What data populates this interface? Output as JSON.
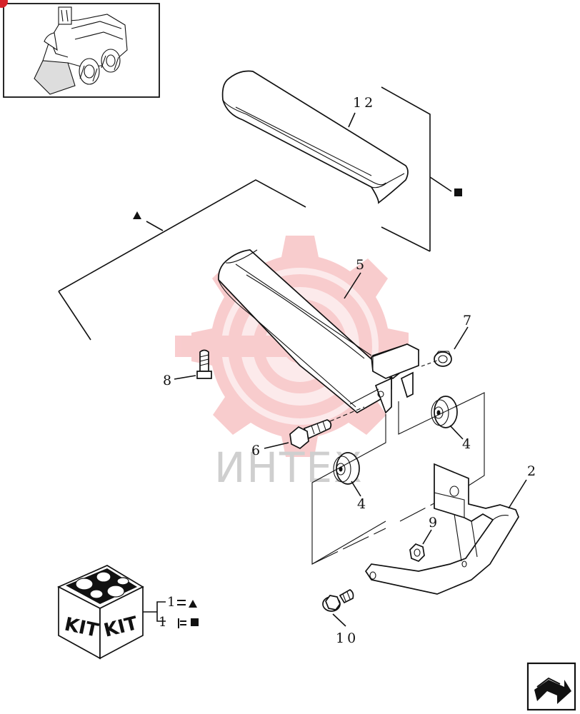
{
  "callouts": {
    "c12": "12",
    "c5": "5",
    "c7": "7",
    "c8": "8",
    "c6": "6",
    "c4a": "4",
    "c4b": "4",
    "c2": "2",
    "c9": "9",
    "c10": "10"
  },
  "kit": {
    "face_left": "KIT",
    "face_right": "KIT",
    "legend_row1_qty": "1",
    "legend_row2_qty": "1"
  },
  "watermark": {
    "text": "ИНТЕХ",
    "color": "#e8232a"
  },
  "icons": [
    "triangle-marker-icon",
    "square-marker-icon",
    "next-page-arrow-icon",
    "skid-steer-loader-thumbnail"
  ]
}
